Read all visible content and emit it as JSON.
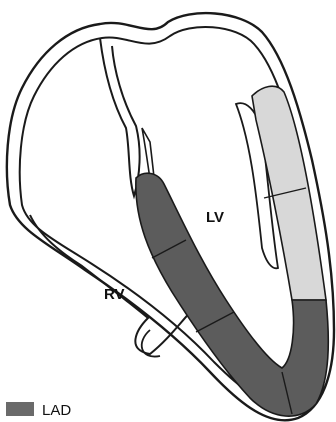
{
  "diagram": {
    "labels": {
      "lv": "LV",
      "rv": "RV"
    },
    "legend": {
      "items": [
        {
          "label": "LAD",
          "color": "#6a6a6a"
        }
      ]
    },
    "colors": {
      "lad_territory": "#5c5c5c",
      "other_territory": "#d8d8d8",
      "outline": "#1a1a1a",
      "background": "#ffffff"
    }
  }
}
